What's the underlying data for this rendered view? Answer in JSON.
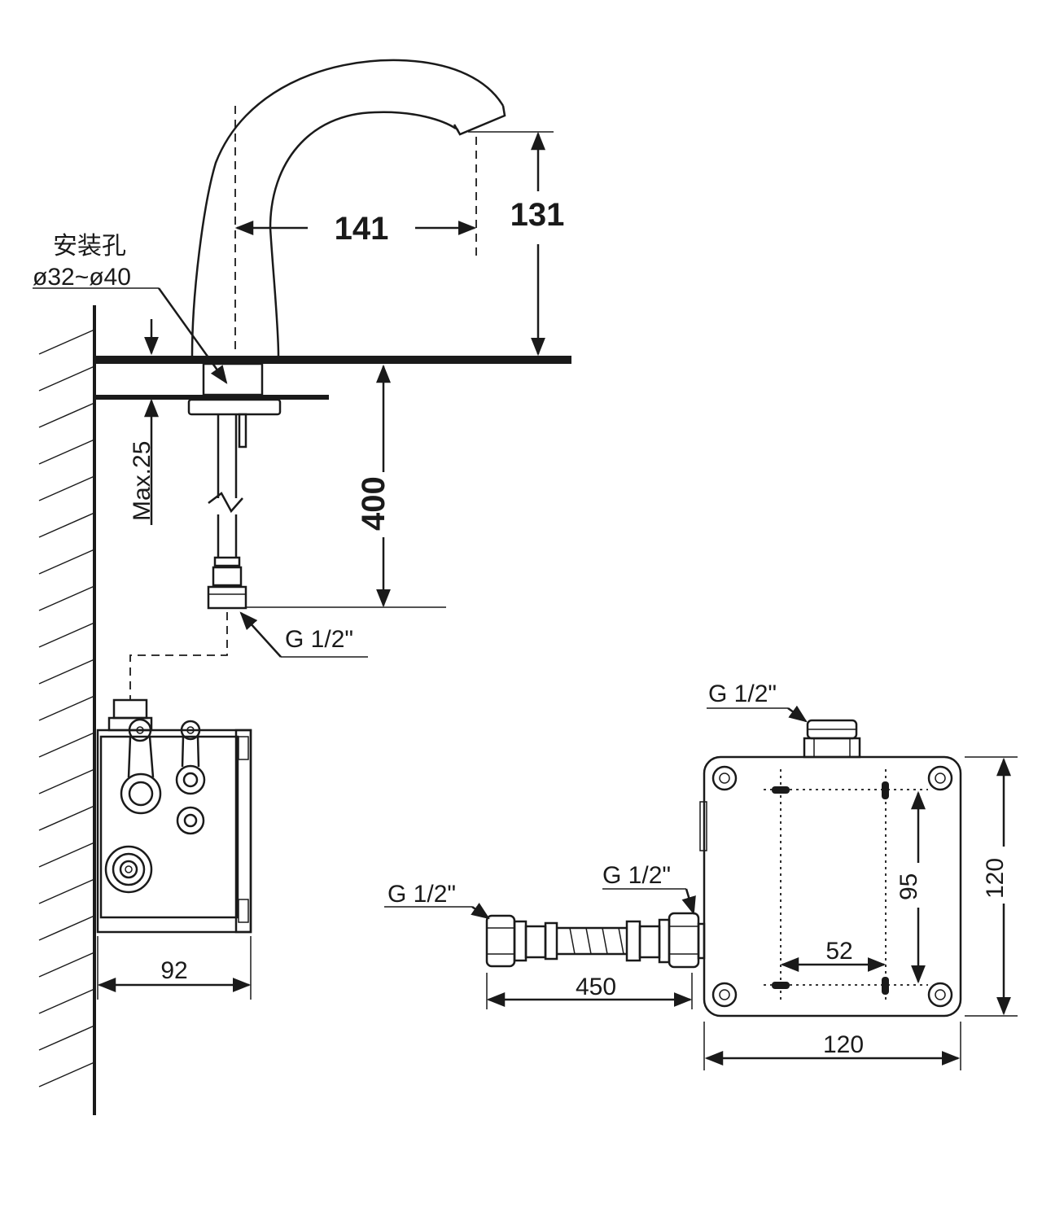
{
  "labels": {
    "spout_reach": "141",
    "spout_height": "131",
    "mount_hole_title": "安装孔",
    "mount_hole_range": "ø32~ø40",
    "max_deck": "Max.25",
    "hose_length": "400",
    "inlet_thread": "G 1/2\"",
    "box_depth": "92",
    "box_top_thread": "G 1/2\"",
    "hose_in_thread": "G 1/2\"",
    "hose_out_thread": "G 1/2\"",
    "hose_450": "450",
    "hole_spacing_v": "95",
    "hole_spacing_h": "52",
    "box_height": "120",
    "box_width": "120"
  }
}
